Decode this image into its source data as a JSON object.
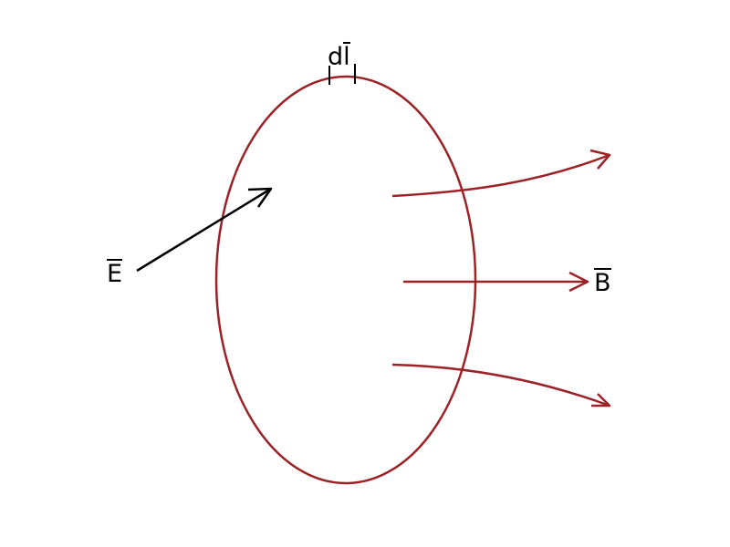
{
  "labels": {
    "dl": {
      "base": "d",
      "overlined": "l"
    },
    "E": "E",
    "B": "B"
  },
  "colors": {
    "loop": "#9b2226",
    "field_lines": "#9b2226",
    "e_vector": "#000000",
    "text": "#000000",
    "background": "#ffffff"
  }
}
